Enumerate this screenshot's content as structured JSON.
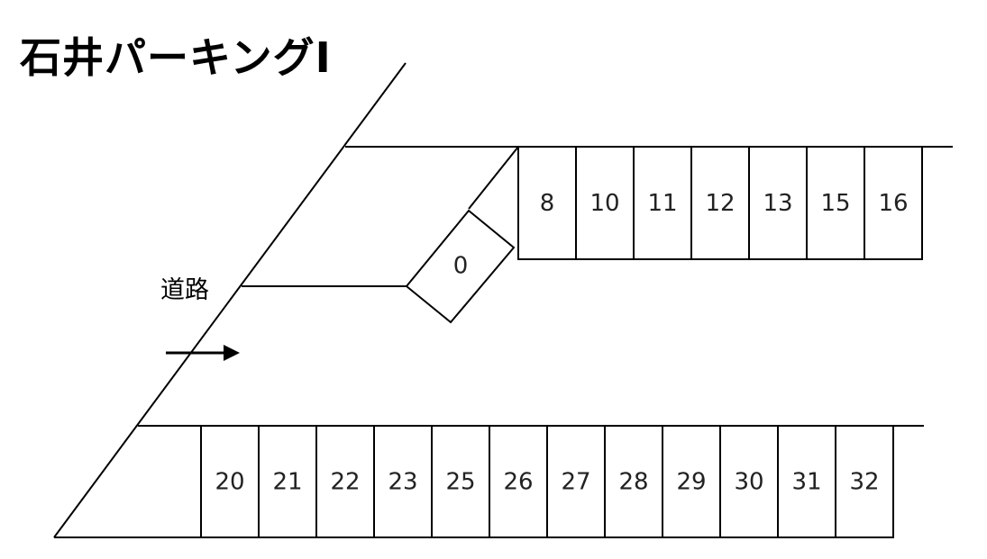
{
  "title": "石井パーキングⅠ",
  "road_label": "道路",
  "top_row": [
    "8",
    "10",
    "11",
    "12",
    "13",
    "15",
    "16"
  ],
  "angled_stall": "0",
  "bottom_row": [
    "20",
    "21",
    "22",
    "23",
    "25",
    "26",
    "27",
    "28",
    "29",
    "30",
    "31",
    "32"
  ]
}
